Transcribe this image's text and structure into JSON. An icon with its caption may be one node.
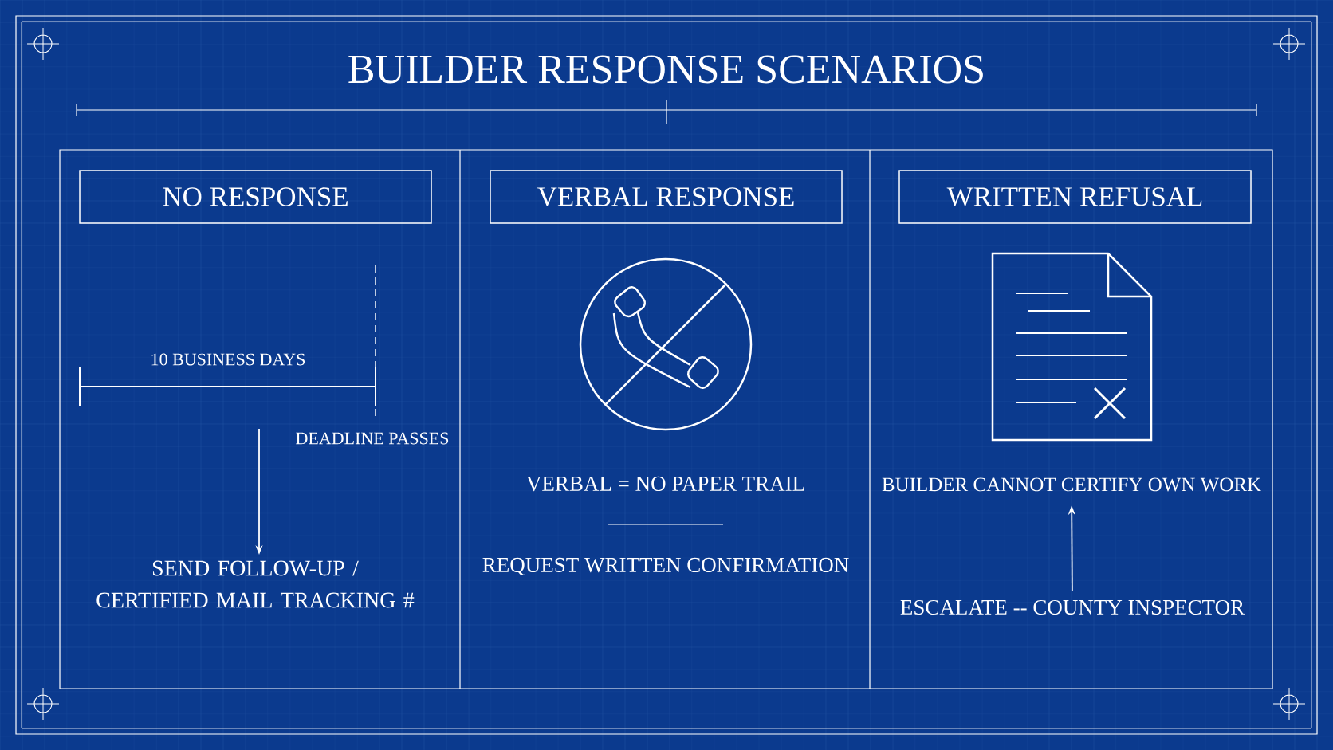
{
  "diagram": {
    "title": "BUILDER RESPONSE SCENARIOS",
    "nodes": [
      {
        "text": [
          "NO RESPONSE"
        ]
      },
      {
        "text": [
          "SEND FOLLOW-UP / CERTIFIED MAIL TRACKING #"
        ]
      },
      {
        "text": [
          "VERBAL RESPONSE"
        ]
      },
      {
        "text": [
          "WRITTEN REFUSAL"
        ]
      },
      {
        "text": [
          "BUILDER CANNOT CERTIFY OWN WORK"
        ]
      },
      {
        "text": [
          "ESCALATE -- COUNTY INSPECTOR"
        ]
      }
    ],
    "edges": [
      {
        "from": null,
        "to": 1,
        "arrow": "to"
      },
      {
        "from": 5,
        "to": 4,
        "arrow": "to"
      }
    ],
    "labels": [
      "10 BUSINESS DAYS",
      "DEADLINE PASSES",
      "VERBAL = NO PAPER TRAIL",
      "REQUEST WRITTEN CONFIRMATION"
    ]
  }
}
